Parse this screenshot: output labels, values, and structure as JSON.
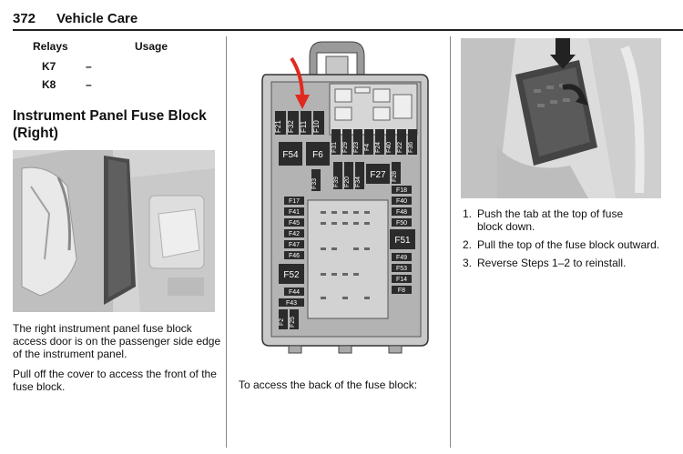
{
  "header": {
    "page_number": "372",
    "section_title": "Vehicle Care"
  },
  "relays_table": {
    "headers": [
      "Relays",
      "Usage"
    ],
    "rows": [
      {
        "relay": "K7",
        "usage": "–"
      },
      {
        "relay": "K8",
        "usage": "–"
      }
    ]
  },
  "ipfb": {
    "title_line1": "Instrument Panel Fuse Block",
    "title_line2": "(Right)",
    "para1": "The right instrument panel fuse block access door is on the passenger side edge of the instrument panel.",
    "para2": "Pull off the cover to access the front of the fuse block."
  },
  "fuse_diagram": {
    "caption": "To access the back of the fuse block:",
    "labels": {
      "F21": "F21",
      "F32": "F32",
      "F11": "F11",
      "F10": "F10",
      "F54": "F54",
      "F6": "F6",
      "F31": "F31",
      "F29": "F29",
      "F23": "F23",
      "F4": "F4",
      "F24": "F24",
      "F40": "F40",
      "F22": "F22",
      "F36": "F36",
      "F27": "F27",
      "F28": "F28",
      "F33": "F33",
      "F39": "F39",
      "F20": "F20",
      "F34": "F34",
      "F18": "F18",
      "F17": "F17",
      "F41": "F41",
      "F45": "F45",
      "F42": "F42",
      "F47": "F47",
      "F46": "F46",
      "F48": "F48",
      "F50": "F50",
      "F51": "F51",
      "F49": "F49",
      "F53": "F53",
      "F14": "F14",
      "F8": "F8",
      "F52": "F52",
      "F44": "F44",
      "F43": "F43",
      "F2": "F2",
      "F25": "F25"
    }
  },
  "steps": [
    {
      "num": "1.",
      "line1": "Push the tab at the top of fuse",
      "line2": "block down."
    },
    {
      "num": "2.",
      "line1": "Pull the top of the fuse block outward.",
      "line2": ""
    },
    {
      "num": "3.",
      "line1": "Reverse Steps 1–2 to reinstall.",
      "line2": ""
    }
  ]
}
